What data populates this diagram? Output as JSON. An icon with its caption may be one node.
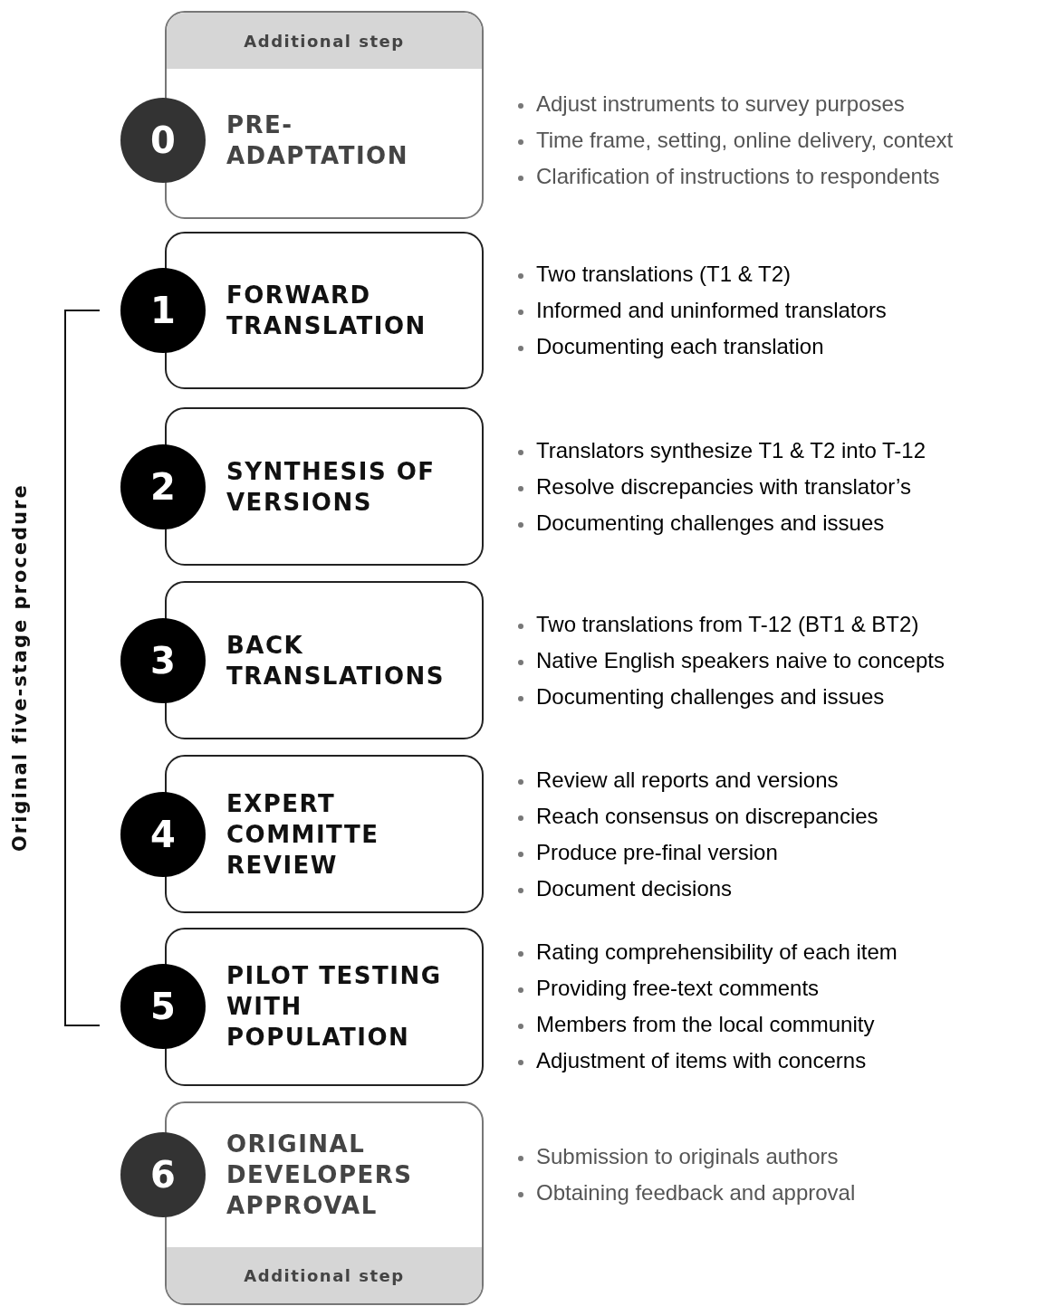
{
  "diagram": {
    "nodes": [
      {
        "text": [
          "Additional step",
          "PRE- ADAPTATION"
        ],
        "beside": [
          "Adjust instruments to survey purposes",
          "Time frame, setting, online delivery, context",
          "Clarification of instructions to respondents"
        ]
      },
      {
        "text": [
          "0"
        ]
      },
      {
        "text": [
          "FORWARD TRANSLATION"
        ],
        "beside": [
          "Two translations (T1 & T2)",
          "Informed and uninformed translators",
          "Documenting  each translation"
        ]
      },
      {
        "text": [
          "1"
        ]
      },
      {
        "text": [
          "SYNTHESIS OF VERSIONS"
        ],
        "beside": [
          "Translators synthesize T1 & T2 into T-12",
          "Resolve discrepancies with translator’s",
          "Documenting challenges and issues"
        ]
      },
      {
        "text": [
          "2"
        ]
      },
      {
        "text": [
          "BACK TRANSLATIONS"
        ],
        "beside": [
          "Two translations from T-12 (BT1 & BT2)",
          "Native English speakers naive to concepts",
          "Documenting challenges and issues"
        ]
      },
      {
        "text": [
          "3"
        ]
      },
      {
        "text": [
          "EXPERT COMMITTE REVIEW"
        ],
        "beside": [
          "Review all reports and versions",
          "Reach consensus on discrepancies",
          "Produce pre-final version",
          "Document decisions"
        ]
      },
      {
        "text": [
          "4"
        ]
      },
      {
        "text": [
          "PILOT TESTING WITH POPULATION"
        ],
        "beside": [
          "Rating comprehensibility of each item",
          "Providing free-text comments",
          "Members from the local community",
          "Adjustment of items with concerns"
        ]
      },
      {
        "text": [
          "5"
        ]
      },
      {
        "text": [
          "ORIGINAL DEVELOPERS APPROVAL",
          "Additional step"
        ],
        "beside": [
          "Submission to originals authors",
          "Obtaining feedback and approval"
        ]
      },
      {
        "text": [
          "6"
        ]
      }
    ],
    "labels": [
      "Original five-stage procedure"
    ]
  }
}
